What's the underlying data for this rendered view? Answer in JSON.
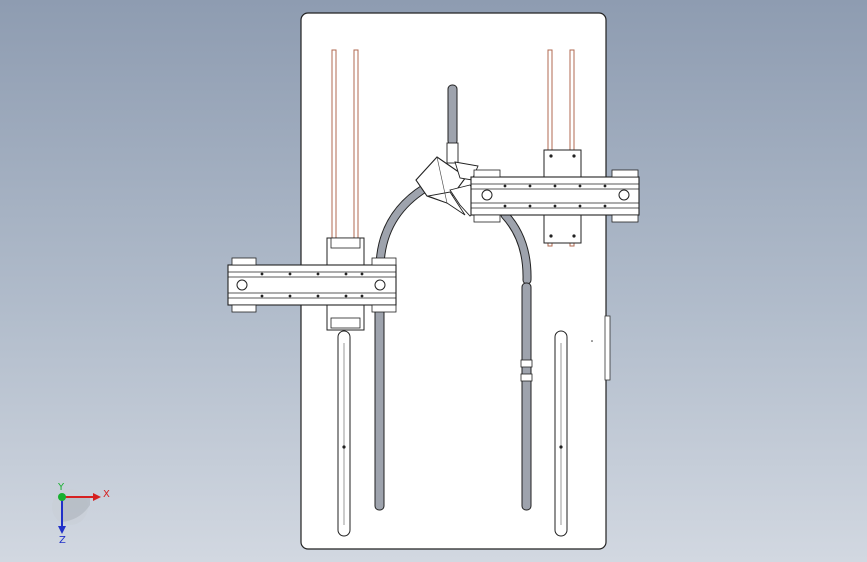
{
  "viewport": {
    "background_top": "#8e9cb1",
    "background_bottom": "#d2d8e1"
  },
  "triad": {
    "x_label": "X",
    "y_label": "Y",
    "z_label": "Z",
    "x_color": "#d62020",
    "y_color": "#18b030",
    "z_color": "#2030c8"
  },
  "model": {
    "plate_color": "#ffffff",
    "line_color": "#222222",
    "rod_color": "#b06a50",
    "hose_color": "#9ea3ad"
  }
}
